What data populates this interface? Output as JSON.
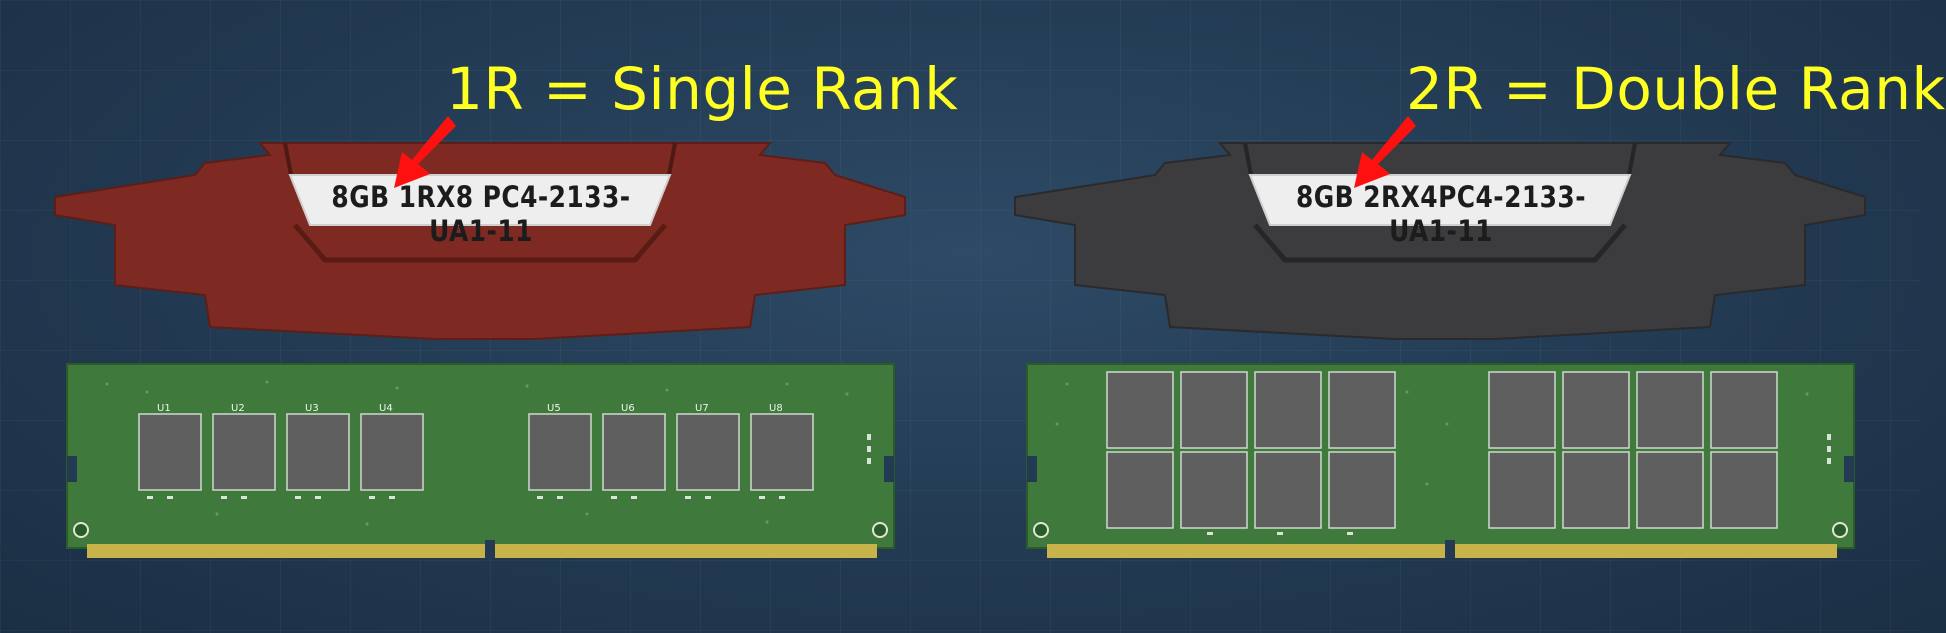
{
  "left": {
    "heading": "1R = Single Rank",
    "module_label": "8GB 1RX8 PC4-2133-UA1-11",
    "spreader_color": "#7e2a22",
    "chip_ids": [
      "U1",
      "U2",
      "U3",
      "U4",
      "U5",
      "U6",
      "U7",
      "U8"
    ]
  },
  "right": {
    "heading": "2R = Double Rank",
    "module_label": "8GB 2RX4PC4-2133-UA1-11",
    "spreader_color": "#3c3c3e"
  },
  "colors": {
    "heading": "#ffff22",
    "arrow": "#ff1010",
    "pcb": "#3f7a3c",
    "gold_contacts": "#c8b24a",
    "label_plate": "#eeeeee"
  }
}
